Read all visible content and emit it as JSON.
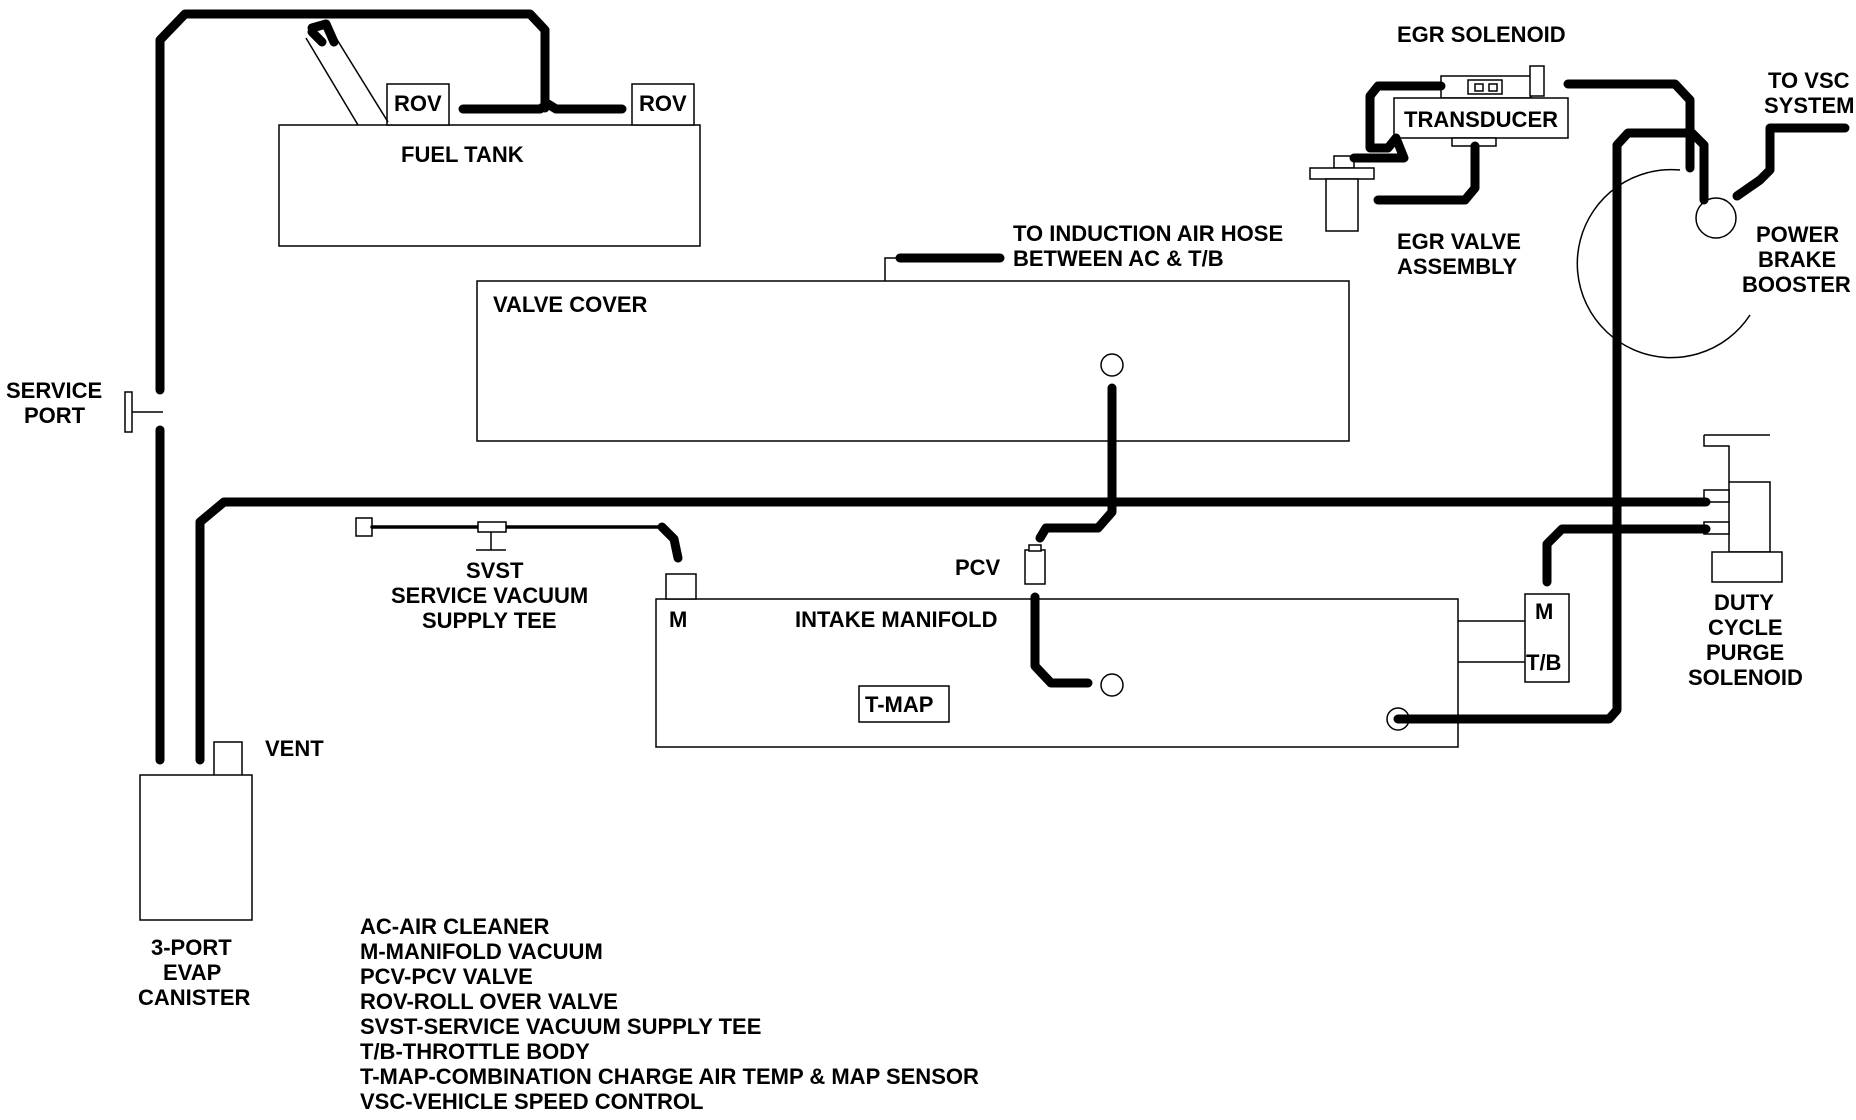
{
  "labels": {
    "fuel_tank": "FUEL TANK",
    "rov_left": "ROV",
    "rov_right": "ROV",
    "valve_cover": "VALVE COVER",
    "induction_line1": "TO INDUCTION AIR HOSE",
    "induction_line2": "BETWEEN AC & T/B",
    "egr_solenoid": "EGR SOLENOID",
    "transducer": "TRANSDUCER",
    "egr_valve_line1": "EGR VALVE",
    "egr_valve_line2": "ASSEMBLY",
    "to_vsc_line1": "TO VSC",
    "to_vsc_line2": "SYSTEM",
    "booster_line1": "POWER",
    "booster_line2": "BRAKE",
    "booster_line3": "BOOSTER",
    "service_port_line1": "SERVICE",
    "service_port_line2": "PORT",
    "svst_line1": "SVST",
    "svst_line2": "SERVICE VACUUM",
    "svst_line3": "SUPPLY TEE",
    "pcv": "PCV",
    "intake_manifold": "INTAKE MANIFOLD",
    "m_port": "M",
    "tb_m": "M",
    "tb": "T/B",
    "tmap": "T-MAP",
    "purge_line1": "DUTY",
    "purge_line2": "CYCLE",
    "purge_line3": "PURGE",
    "purge_line4": "SOLENOID",
    "vent": "VENT",
    "canister_line1": "3-PORT",
    "canister_line2": "EVAP",
    "canister_line3": "CANISTER"
  },
  "legend": [
    "AC-AIR CLEANER",
    "M-MANIFOLD VACUUM",
    "PCV-PCV VALVE",
    "ROV-ROLL OVER VALVE",
    "SVST-SERVICE VACUUM SUPPLY TEE",
    "T/B-THROTTLE BODY",
    "T-MAP-COMBINATION CHARGE AIR TEMP & MAP SENSOR",
    "VSC-VEHICLE SPEED CONTROL"
  ]
}
